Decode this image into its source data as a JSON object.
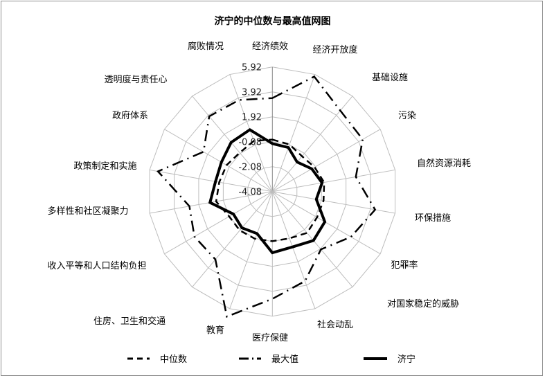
{
  "chart_data": {
    "type": "radar",
    "title": "济宁的中位数与最高值网图",
    "categories": [
      "经济绩效",
      "经济开放度",
      "基础设施",
      "污染",
      "自然资源消耗",
      "环保措施",
      "犯罪率",
      "对国家稳定的威胁",
      "社会动乱",
      "医疗保健",
      "教育",
      "住房、卫生和交通",
      "收入平等和人口结构负担",
      "多样性和社区凝聚力",
      "政策制定和实施",
      "政府体系",
      "透明度与责任心",
      "腐败情况"
    ],
    "series": [
      {
        "name": "中位数",
        "style": "dashed",
        "values": [
          0.09,
          -0.06,
          -0.38,
          -0.17,
          0.14,
          0.09,
          0.06,
          0.25,
          -0.08,
          -0.1,
          -0.04,
          -0.01,
          -0.08,
          0.5,
          0.25,
          0.16,
          -0.01,
          0.25
        ]
      },
      {
        "name": "最大值",
        "style": "dash-dot",
        "values": [
          3.42,
          5.74,
          4.4,
          4.29,
          2.72,
          4.29,
          3.2,
          1.98,
          3.57,
          4.53,
          6.6,
          3.03,
          3.14,
          2.68,
          5.24,
          2.3,
          3.8,
          3.74
        ]
      },
      {
        "name": "济宁",
        "style": "solid",
        "values": [
          -0.23,
          -0.32,
          -0.99,
          -0.43,
          -0.03,
          -0.5,
          0.78,
          1.05,
          0.65,
          0.83,
          -0.49,
          -0.28,
          -0.47,
          1.0,
          0.55,
          0.64,
          1.07,
          1.2
        ]
      }
    ],
    "rlim": [
      -4.08,
      5.92
    ],
    "ticks": [
      "-4.08",
      "-2.08",
      "-0.08",
      "1.92",
      "3.92",
      "5.92"
    ],
    "tick_values": [
      -4.08,
      -2.08,
      -0.08,
      1.92,
      3.92,
      5.92
    ],
    "legend_position": "bottom",
    "grid": true
  }
}
